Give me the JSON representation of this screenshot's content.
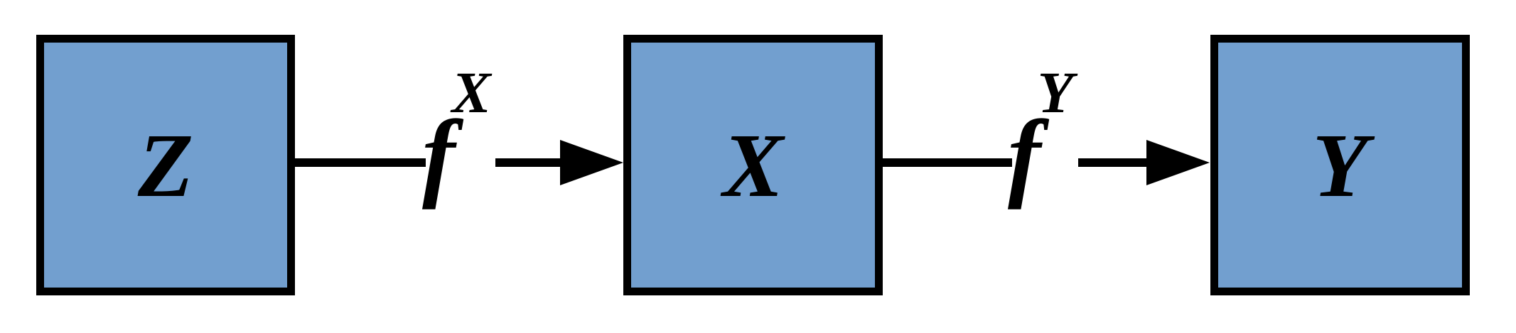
{
  "diagram": {
    "nodes": [
      {
        "id": "Z",
        "label": "Z"
      },
      {
        "id": "X",
        "label": "X"
      },
      {
        "id": "Y",
        "label": "Y"
      }
    ],
    "edges": [
      {
        "from": "Z",
        "to": "X",
        "label_base": "f",
        "label_sup": "X"
      },
      {
        "from": "X",
        "to": "Y",
        "label_base": "f",
        "label_sup": "Y"
      }
    ],
    "colors": {
      "node_fill": "#729FCF",
      "node_border": "#000000",
      "edge": "#000000",
      "text": "#000000",
      "background": "#FFFFFF"
    }
  }
}
